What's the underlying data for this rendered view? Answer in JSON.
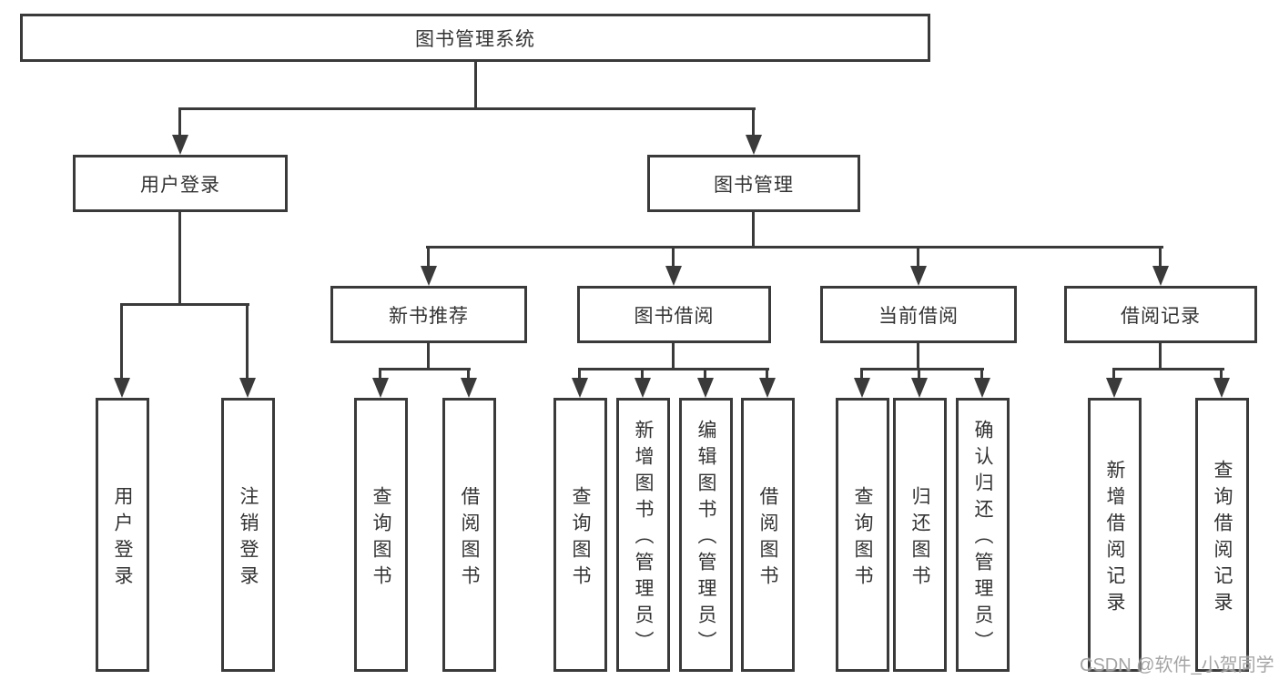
{
  "tree": {
    "label": "图书管理系统",
    "children": [
      {
        "label": "用户登录",
        "children": [
          {
            "label": "用户登录"
          },
          {
            "label": "注销登录"
          }
        ]
      },
      {
        "label": "图书管理",
        "children": [
          {
            "label": "新书推荐",
            "children": [
              {
                "label": "查询图书"
              },
              {
                "label": "借阅图书"
              }
            ]
          },
          {
            "label": "图书借阅",
            "children": [
              {
                "label": "查询图书"
              },
              {
                "label": "新增图书（管理员）"
              },
              {
                "label": "编辑图书（管理员）"
              },
              {
                "label": "借阅图书"
              }
            ]
          },
          {
            "label": "当前借阅",
            "children": [
              {
                "label": "查询图书"
              },
              {
                "label": "归还图书"
              },
              {
                "label": "确认归还（管理员）"
              }
            ]
          },
          {
            "label": "借阅记录",
            "children": [
              {
                "label": "新增借阅记录"
              },
              {
                "label": "查询借阅记录"
              }
            ]
          }
        ]
      }
    ]
  },
  "watermark": {
    "text": "CSDN @软件_小贺同学"
  },
  "colors": {
    "line": "#3a3a3a",
    "text": "#333333",
    "background": "#ffffff",
    "watermark": "#9e9e9e"
  }
}
